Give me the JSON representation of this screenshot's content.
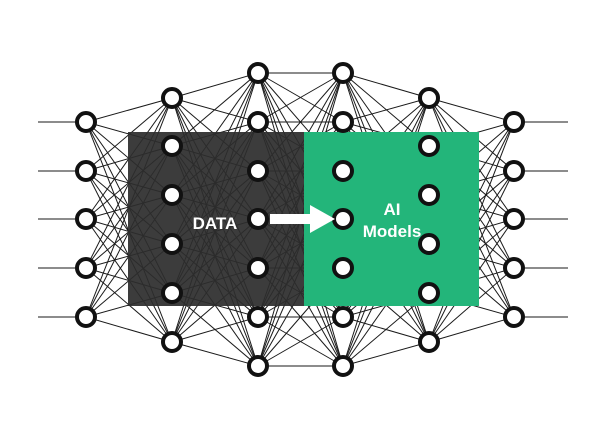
{
  "diagram": {
    "left_label": "DATA",
    "right_label_line1": "AI",
    "right_label_line2": "Models",
    "colors": {
      "background": "#ffffff",
      "edge": "#1a1a1a",
      "node_stroke": "#111111",
      "node_fill": "#ffffff",
      "data_box": "#2d2d2d",
      "model_box": "#23b57a",
      "arrow": "#ffffff",
      "label_text": "#ffffff"
    },
    "layers": [
      {
        "name": "input",
        "nodes": 5
      },
      {
        "name": "hidden-1",
        "nodes": 6
      },
      {
        "name": "hidden-2",
        "nodes": 7
      },
      {
        "name": "hidden-3",
        "nodes": 7
      },
      {
        "name": "hidden-4",
        "nodes": 6
      },
      {
        "name": "output",
        "nodes": 5
      }
    ],
    "arrow_icon": "right-arrow-icon"
  }
}
